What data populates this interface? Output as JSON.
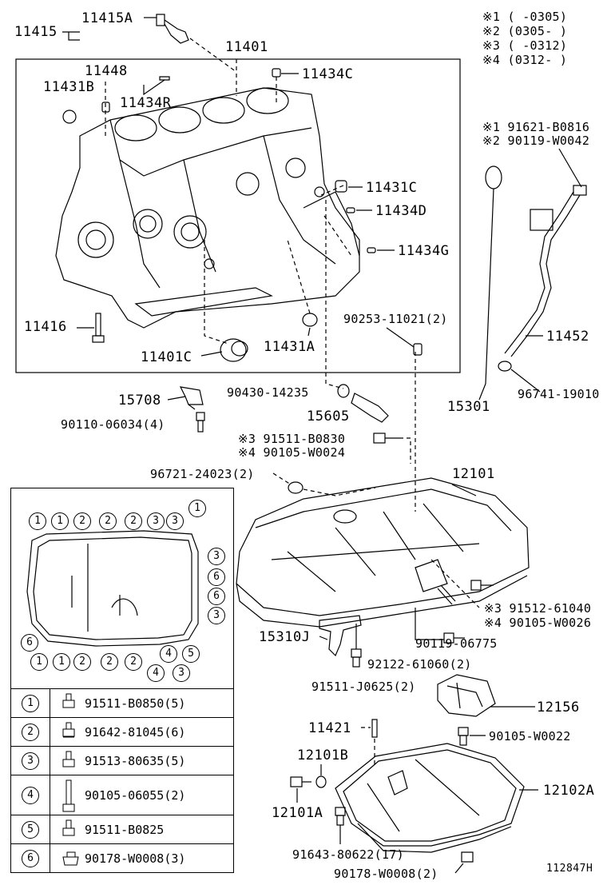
{
  "notes": [
    {
      "mark": "※1",
      "range": "(     -0305)"
    },
    {
      "mark": "※2",
      "range": "(0305-     )"
    },
    {
      "mark": "※3",
      "range": "(     -0312)"
    },
    {
      "mark": "※4",
      "range": "(0312-     )"
    }
  ],
  "callouts": {
    "p11415": "11415",
    "p11415A": "11415A",
    "p11401": "11401",
    "p11448": "11448",
    "p11431B": "11431B",
    "p11434R": "11434R",
    "p11434C": "11434C",
    "p11431C": "11431C",
    "p11434D": "11434D",
    "p11434G": "11434G",
    "p11416": "11416",
    "p11401C": "11401C",
    "p11431A": "11431A",
    "p90253": "90253-11021(2)",
    "p91621": "※1 91621-B0816",
    "p90119a": "※2 90119-W0042",
    "p11452": "11452",
    "p15301": "15301",
    "p96741": "96741-19010",
    "p15708": "15708",
    "p90430": "90430-14235",
    "p15605": "15605",
    "p90110": "90110-06034(4)",
    "p91511b": "※3 91511-B0830",
    "p90105a": "※4 90105-W0024",
    "p96721": "96721-24023(2)",
    "p12101": "12101",
    "p91512": "※3 91512-61040",
    "p90105b": "※4 90105-W0026",
    "p15310J": "15310J",
    "p90119b": "90119-06775",
    "p92122": "92122-61060(2)",
    "p91511J": "91511-J0625(2)",
    "p12156": "12156",
    "p11421": "11421",
    "p90105c": "90105-W0022",
    "p12101B": "12101B",
    "p12101A": "12101A",
    "p12102A": "12102A",
    "p91643": "91643-80622(17)",
    "p90178": "90178-W0008(2)",
    "figure_id": "112847H"
  },
  "legend": [
    {
      "num": "1",
      "part": "91511-B0850(5)"
    },
    {
      "num": "2",
      "part": "91642-81045(6)"
    },
    {
      "num": "3",
      "part": "91513-80635(5)"
    },
    {
      "num": "4",
      "part": "90105-06055(2)"
    },
    {
      "num": "5",
      "part": "91511-B0825"
    },
    {
      "num": "6",
      "part": "90178-W0008(3)"
    }
  ],
  "pan_map_numbers": {
    "top": [
      "1",
      "1",
      "2",
      "2",
      "2",
      "3",
      "3",
      "1"
    ],
    "right": [
      "3",
      "6",
      "6",
      "3"
    ],
    "bottom": [
      "6",
      "1",
      "1",
      "2",
      "2",
      "2",
      "4",
      "3",
      "4",
      "5"
    ]
  }
}
